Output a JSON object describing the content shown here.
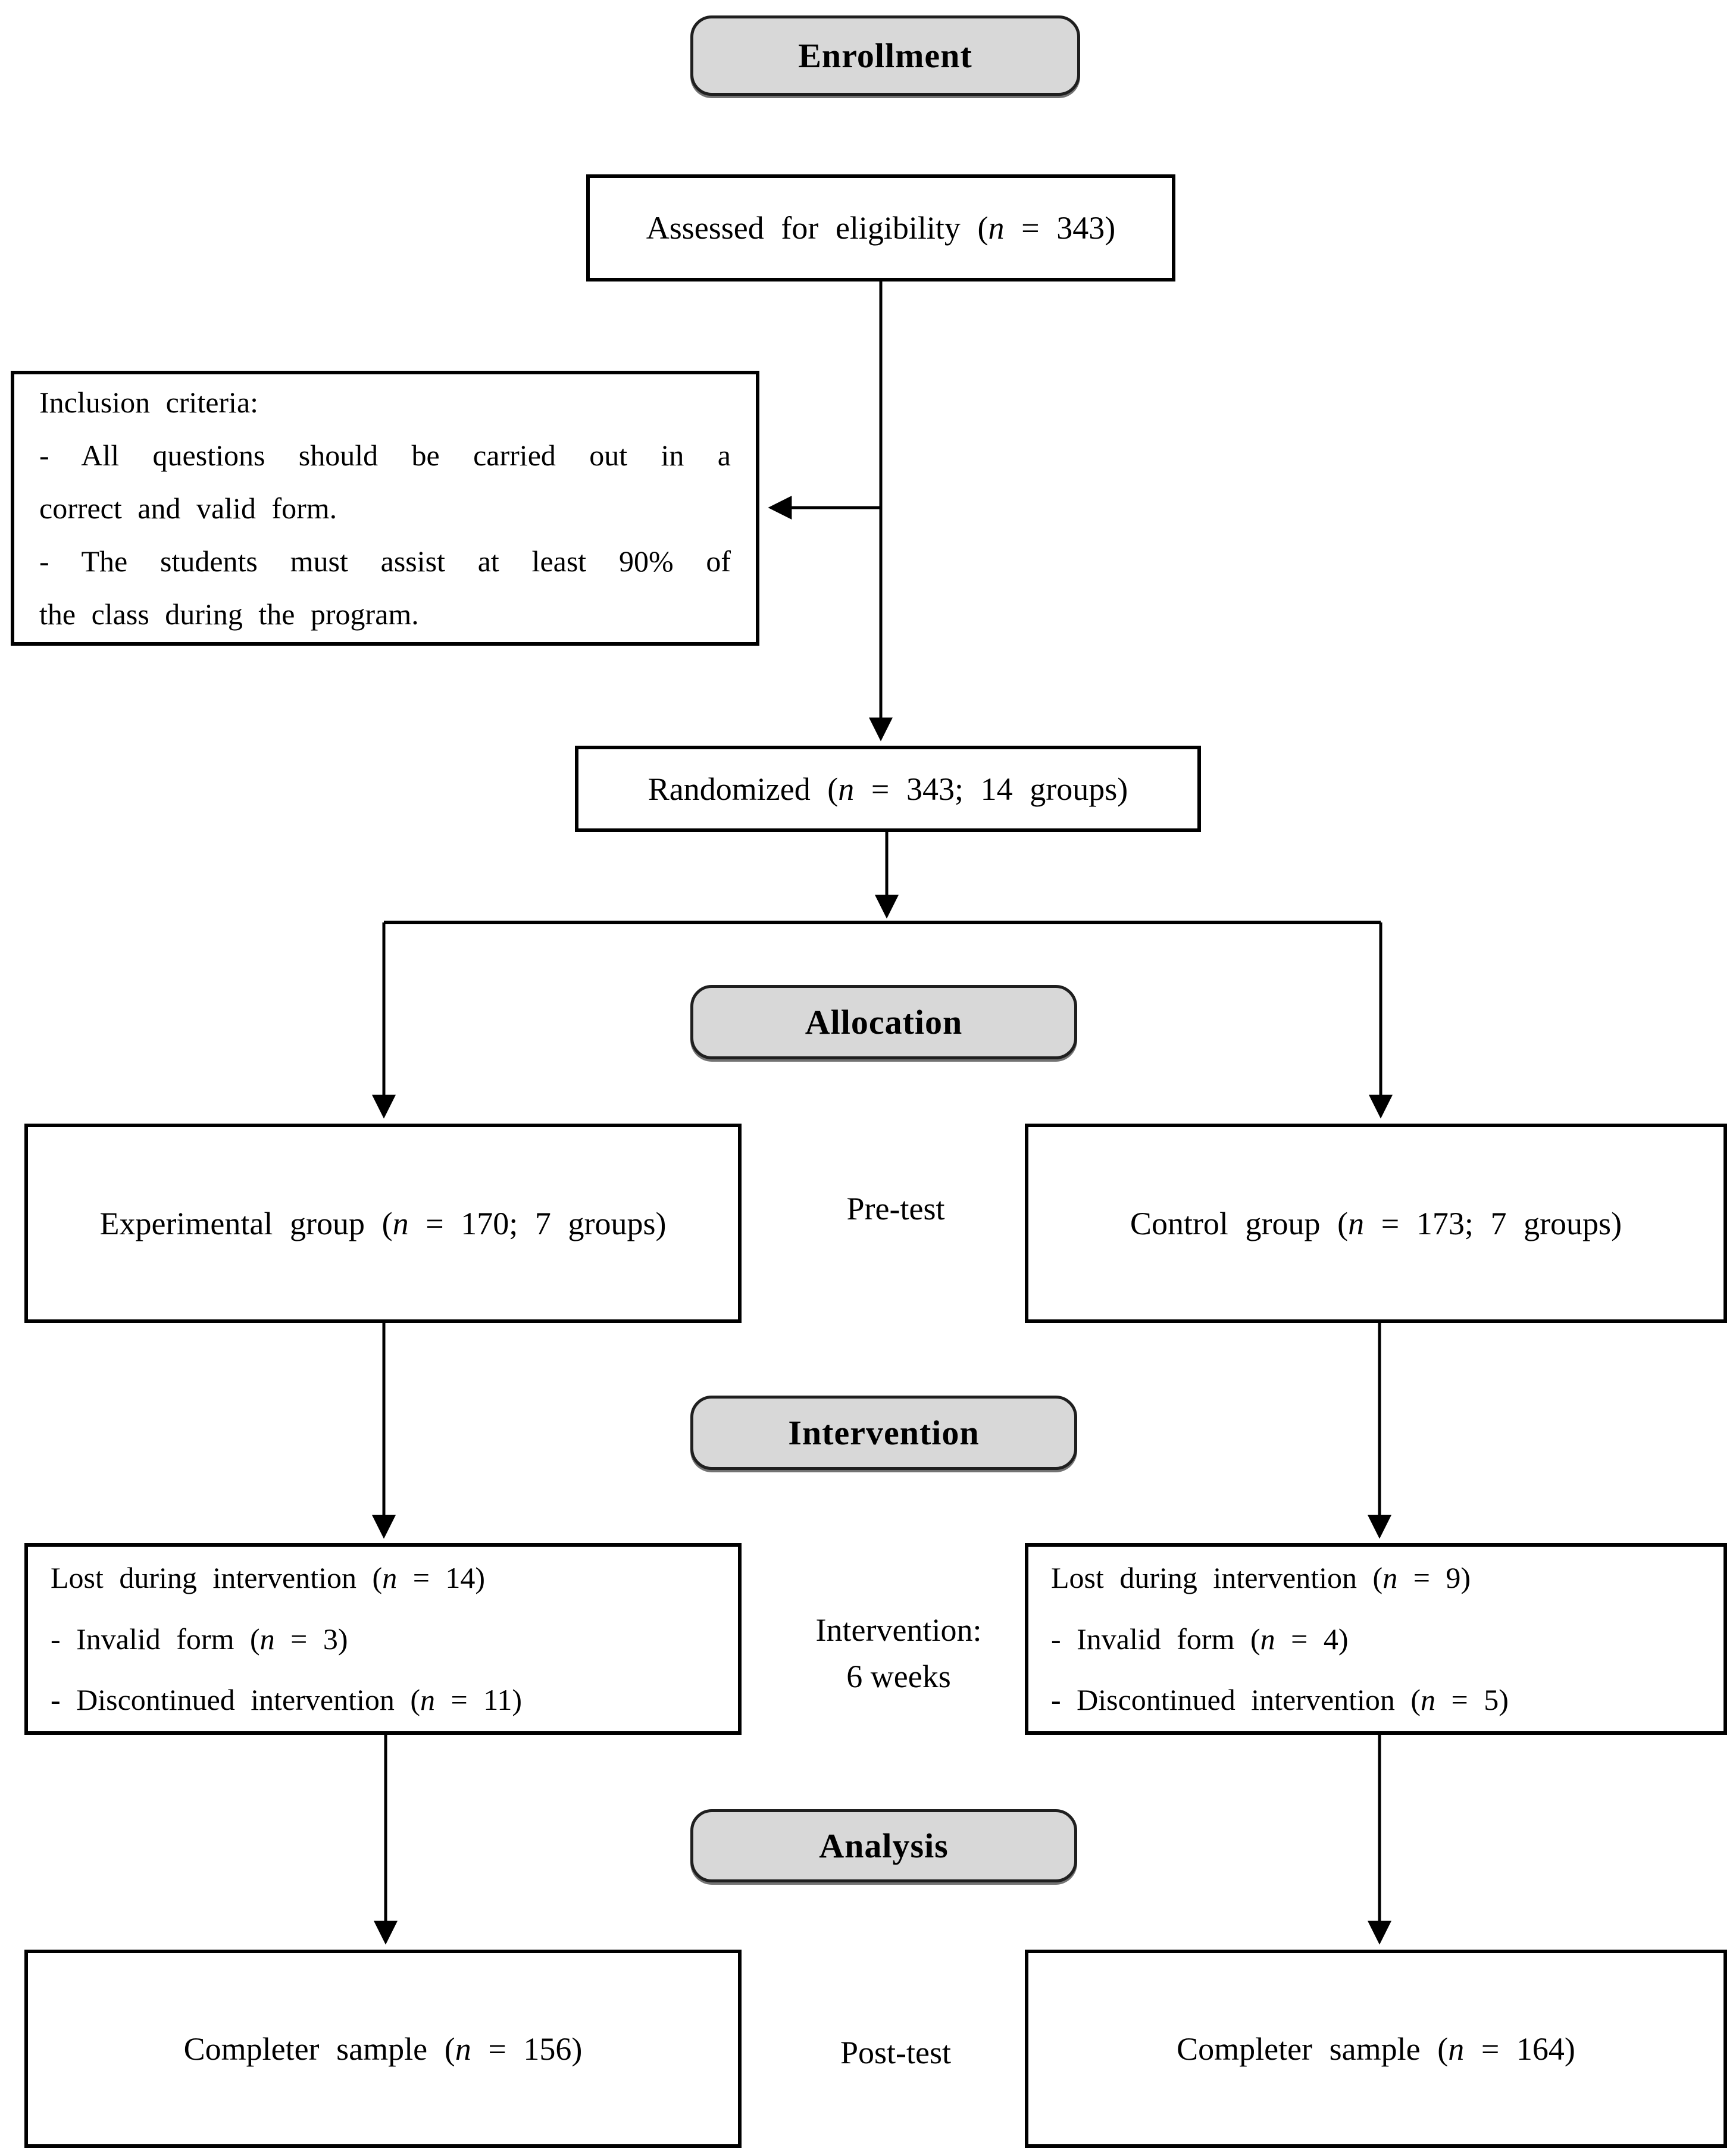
{
  "figure": {
    "type": "consort-flow-diagram",
    "stages": {
      "enrollment": "Enrollment",
      "allocation": "Allocation",
      "intervention": "Intervention",
      "analysis": "Analysis"
    },
    "boxes": {
      "assessed": {
        "runs": [
          {
            "t": "Assessed for eligibility  ("
          },
          {
            "t": "n",
            "i": true
          },
          {
            "t": " = 343)"
          }
        ]
      },
      "inclusion": {
        "lines": [
          {
            "runs": [
              {
                "t": "Inclusion  criteria:"
              }
            ]
          },
          {
            "runs": [
              {
                "t": "- All questions should be carried out in a"
              }
            ]
          },
          {
            "runs": [
              {
                "t": "correct and valid form."
              }
            ]
          },
          {
            "runs": [
              {
                "t": "- The students must assist at least 90% of"
              }
            ]
          },
          {
            "runs": [
              {
                "t": "the class during the program."
              }
            ]
          }
        ]
      },
      "randomized": {
        "runs": [
          {
            "t": "Randomized  ("
          },
          {
            "t": "n",
            "i": true
          },
          {
            "t": " = 343; 14 groups)"
          }
        ]
      },
      "experimental": {
        "runs": [
          {
            "t": "Experimental  group ("
          },
          {
            "t": "n",
            "i": true
          },
          {
            "t": " = 170; 7 groups)"
          }
        ]
      },
      "control": {
        "runs": [
          {
            "t": "Control group ("
          },
          {
            "t": "n",
            "i": true
          },
          {
            "t": " = 173; 7 groups)"
          }
        ]
      },
      "lost_left": {
        "lines": [
          {
            "runs": [
              {
                "t": "Lost during intervention  ("
              },
              {
                "t": "n",
                "i": true
              },
              {
                "t": " = 14)"
              }
            ]
          },
          {
            "runs": [
              {
                "t": "- Invalid form  ("
              },
              {
                "t": "n",
                "i": true
              },
              {
                "t": " = 3)"
              }
            ]
          },
          {
            "runs": [
              {
                "t": "- Discontinued intervention  ("
              },
              {
                "t": "n",
                "i": true
              },
              {
                "t": " = 11)"
              }
            ]
          }
        ]
      },
      "lost_right": {
        "lines": [
          {
            "runs": [
              {
                "t": "Lost during intervention  ("
              },
              {
                "t": "n",
                "i": true
              },
              {
                "t": " = 9)"
              }
            ]
          },
          {
            "runs": [
              {
                "t": "- Invalid form  ("
              },
              {
                "t": "n",
                "i": true
              },
              {
                "t": " = 4)"
              }
            ]
          },
          {
            "runs": [
              {
                "t": "- Discontinued intervention  ("
              },
              {
                "t": "n",
                "i": true
              },
              {
                "t": " = 5)"
              }
            ]
          }
        ]
      },
      "completer_left": {
        "runs": [
          {
            "t": "Completer  sample ("
          },
          {
            "t": "n",
            "i": true
          },
          {
            "t": " = 156)"
          }
        ]
      },
      "completer_right": {
        "runs": [
          {
            "t": "Completer  sample ("
          },
          {
            "t": "n",
            "i": true
          },
          {
            "t": " = 164)"
          }
        ]
      }
    },
    "side_labels": {
      "pre_test": "Pre-test",
      "intervention_duration": [
        "Intervention:",
        "6 weeks"
      ],
      "post_test": "Post-test"
    },
    "colors": {
      "background": "#ffffff",
      "box_border": "#000000",
      "stage_fill": "#d8d8d8",
      "stage_border": "#1f1f1f",
      "line": "#000000",
      "text": "#000000"
    }
  }
}
